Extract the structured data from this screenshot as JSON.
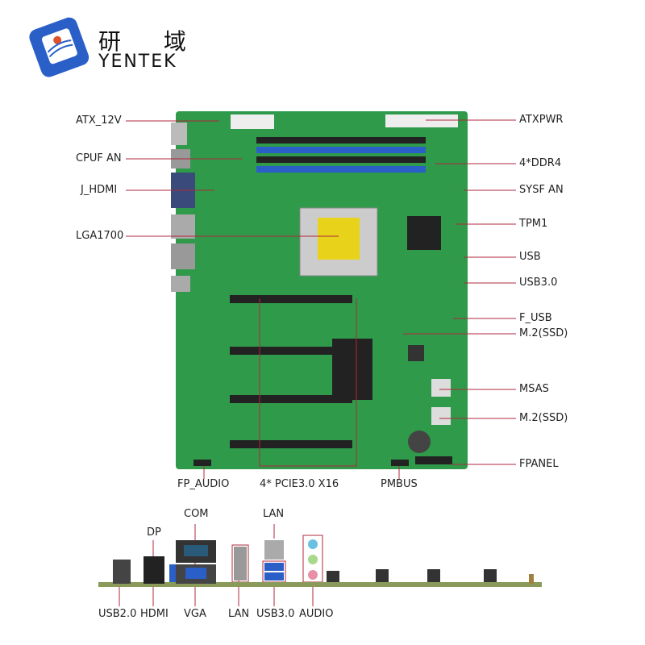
{
  "brand": {
    "name_cn": "研 域",
    "name_en": "YENTEK"
  },
  "left_labels": [
    "ATX_12V",
    "CPUF AN",
    "J_HDMI",
    "LGA1700"
  ],
  "right_labels": [
    "ATXPWR",
    "4*DDR4",
    "SYSF AN",
    "TPM1",
    "USB",
    "USB3.0",
    "F_USB",
    "M.2(SSD)",
    "MSAS",
    "M.2(SSD)",
    "FPANEL"
  ],
  "bottom_labels": [
    "FP_AUDIO",
    "4* PCIE3.0 X16",
    "PMBUS"
  ],
  "io_top_labels": [
    "DP",
    "COM",
    "LAN"
  ],
  "io_bottom_labels": [
    "USB2.0",
    "HDMI",
    "VGA",
    "LAN",
    "USB3.0",
    "AUDIO"
  ],
  "colors": {
    "board": "#2e9a4a",
    "leader": "#b0283c",
    "accent": "#2a5fc8"
  }
}
